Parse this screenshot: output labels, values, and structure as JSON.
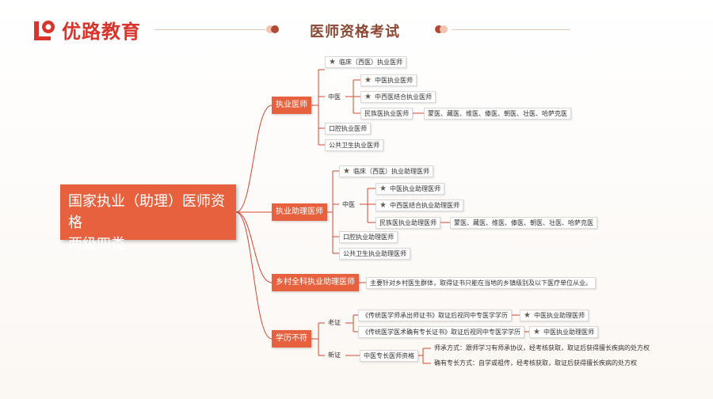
{
  "header": {
    "brand": "优路教育",
    "title": "医师资格考试"
  },
  "root": {
    "line1": "国家执业（助理）医师资格",
    "line2": "两级四类"
  },
  "doctor": {
    "label": "执业医师",
    "clinical": "临床（西医）执业医师",
    "tcm": "中医",
    "tcm_doctor": "中医执业医师",
    "integrated": "中西医结合执业医师",
    "ethnic": "民族医执业医师",
    "ethnic_list": "蒙医、藏医、维医、傣医、朝医、壮医、哈萨克医",
    "oral": "口腔执业医师",
    "public": "公共卫生执业医师"
  },
  "assistant": {
    "label": "执业助理医师",
    "clinical": "临床（西医）执业助理医师",
    "tcm": "中医",
    "tcm_doctor": "中医执业助理医师",
    "integrated": "中西医结合执业助理医师",
    "ethnic": "民族医执业助理医师",
    "ethnic_list": "蒙医、藏医、维医、傣医、朝医、壮医、哈萨克医",
    "oral": "口腔执业助理医师",
    "public": "公共卫生执业助理医师"
  },
  "rural": {
    "label": "乡村全科执业助理医师",
    "desc": "主要针对乡村医生群体，取得证书只能在当地的乡镇级别及以下医疗单位从业。"
  },
  "edu": {
    "label": "学历不符",
    "old": "老证",
    "old_a": "《传统医学师承出师证书》取证后视同中专医学学历",
    "old_a_res": "中医执业助理医师",
    "old_b": "《传统医学医术确有专长证书》取证后视同中专医学学历",
    "old_b_res": "中医执业助理医师",
    "new": "新证",
    "new_type": "中医专长医师资格",
    "new_a": "师承方式：跟师学习有师承协议，经考核获取，取证后获得擅长疾病的处方权",
    "new_b": "确有专长方式：自学或祖传，经考核获取，取证后获得擅长疾病的处方权"
  },
  "colors": {
    "accent": "#e8613f",
    "brand": "#d9342b",
    "link": "#d4472f"
  }
}
